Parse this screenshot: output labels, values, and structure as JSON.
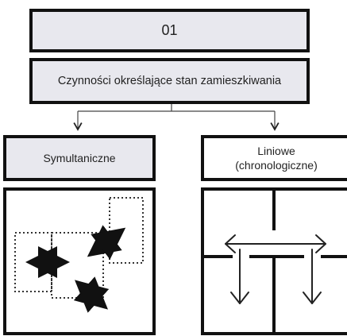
{
  "top": {
    "number": "01"
  },
  "title": {
    "text": "Czynności określające stan zamieszkiwania"
  },
  "left": {
    "label": "Symultaniczne"
  },
  "right": {
    "label_line1": "Liniowe",
    "label_line2": "(chronologiczne)"
  },
  "colors": {
    "box_fill": "#e8e8ee",
    "border": "#111111"
  }
}
